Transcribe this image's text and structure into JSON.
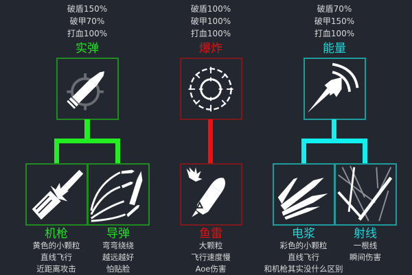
{
  "colors": {
    "background": "#232830",
    "kinetic": "#22e022",
    "explosive": "#e81010",
    "energy": "#1ed8d8",
    "text": "#d8d8d8"
  },
  "categories": [
    {
      "name": "实弹",
      "icon": "bullet-crosshair-icon",
      "stats": [
        "破盾150%",
        "破甲70%",
        "打血100%"
      ],
      "children": [
        {
          "name": "机枪",
          "icon": "machine-gun-icon",
          "desc": [
            "黄色的小颗粒",
            "直线飞行",
            "近距离攻击"
          ]
        },
        {
          "name": "导弹",
          "icon": "missiles-icon",
          "desc": [
            "弯弯绕绕",
            "越远越好",
            "怕贴脸"
          ]
        }
      ]
    },
    {
      "name": "爆炸",
      "icon": "explosion-ring-icon",
      "stats": [
        "破盾100%",
        "破甲100%",
        "打血100%"
      ],
      "children": [
        {
          "name": "鱼雷",
          "icon": "torpedo-icon",
          "desc": [
            "大颗粒",
            "飞行速度慢",
            "Aoe伤害"
          ]
        }
      ]
    },
    {
      "name": "能量",
      "icon": "energy-beam-icon",
      "stats": [
        "破盾70%",
        "破甲150%",
        "打血100%"
      ],
      "children": [
        {
          "name": "电浆",
          "icon": "plasma-icon",
          "desc": [
            "彩色的小颗粒",
            "直线飞行",
            "和机枪其实没什么区别"
          ]
        },
        {
          "name": "射线",
          "icon": "ray-icon",
          "desc": [
            "一根线",
            "瞬间伤害"
          ]
        }
      ]
    }
  ]
}
